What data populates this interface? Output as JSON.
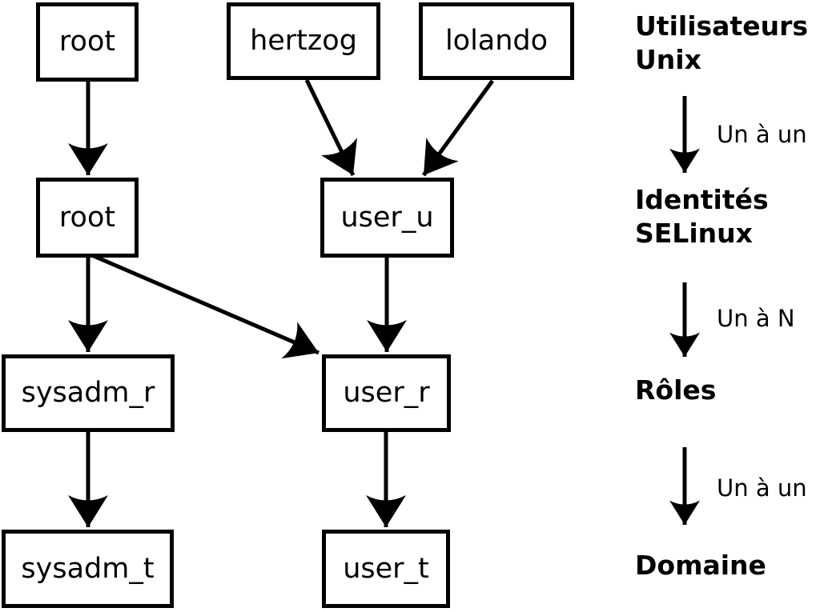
{
  "diagram": {
    "nodes": {
      "unix_root": "root",
      "unix_hertzog": "hertzog",
      "unix_lolando": "lolando",
      "selinux_root": "root",
      "selinux_user_u": "user_u",
      "roles_sysadm_r": "sysadm_r",
      "roles_user_r": "user_r",
      "domains_sysadm_t": "sysadm_t",
      "domains_user_t": "user_t"
    },
    "legend": {
      "level_unix": [
        "Utilisateurs",
        "Unix"
      ],
      "level_selinux": [
        "Identités",
        "SELinux"
      ],
      "level_roles": [
        "Rôles"
      ],
      "level_domain": [
        "Domaine"
      ],
      "mapping_unix_to_selinux": "Un à un",
      "mapping_selinux_to_roles": "Un à N",
      "mapping_roles_to_domain": "Un à un"
    },
    "colors": {
      "line": "#000000",
      "background": "#ffffff",
      "text": "#000000"
    }
  }
}
